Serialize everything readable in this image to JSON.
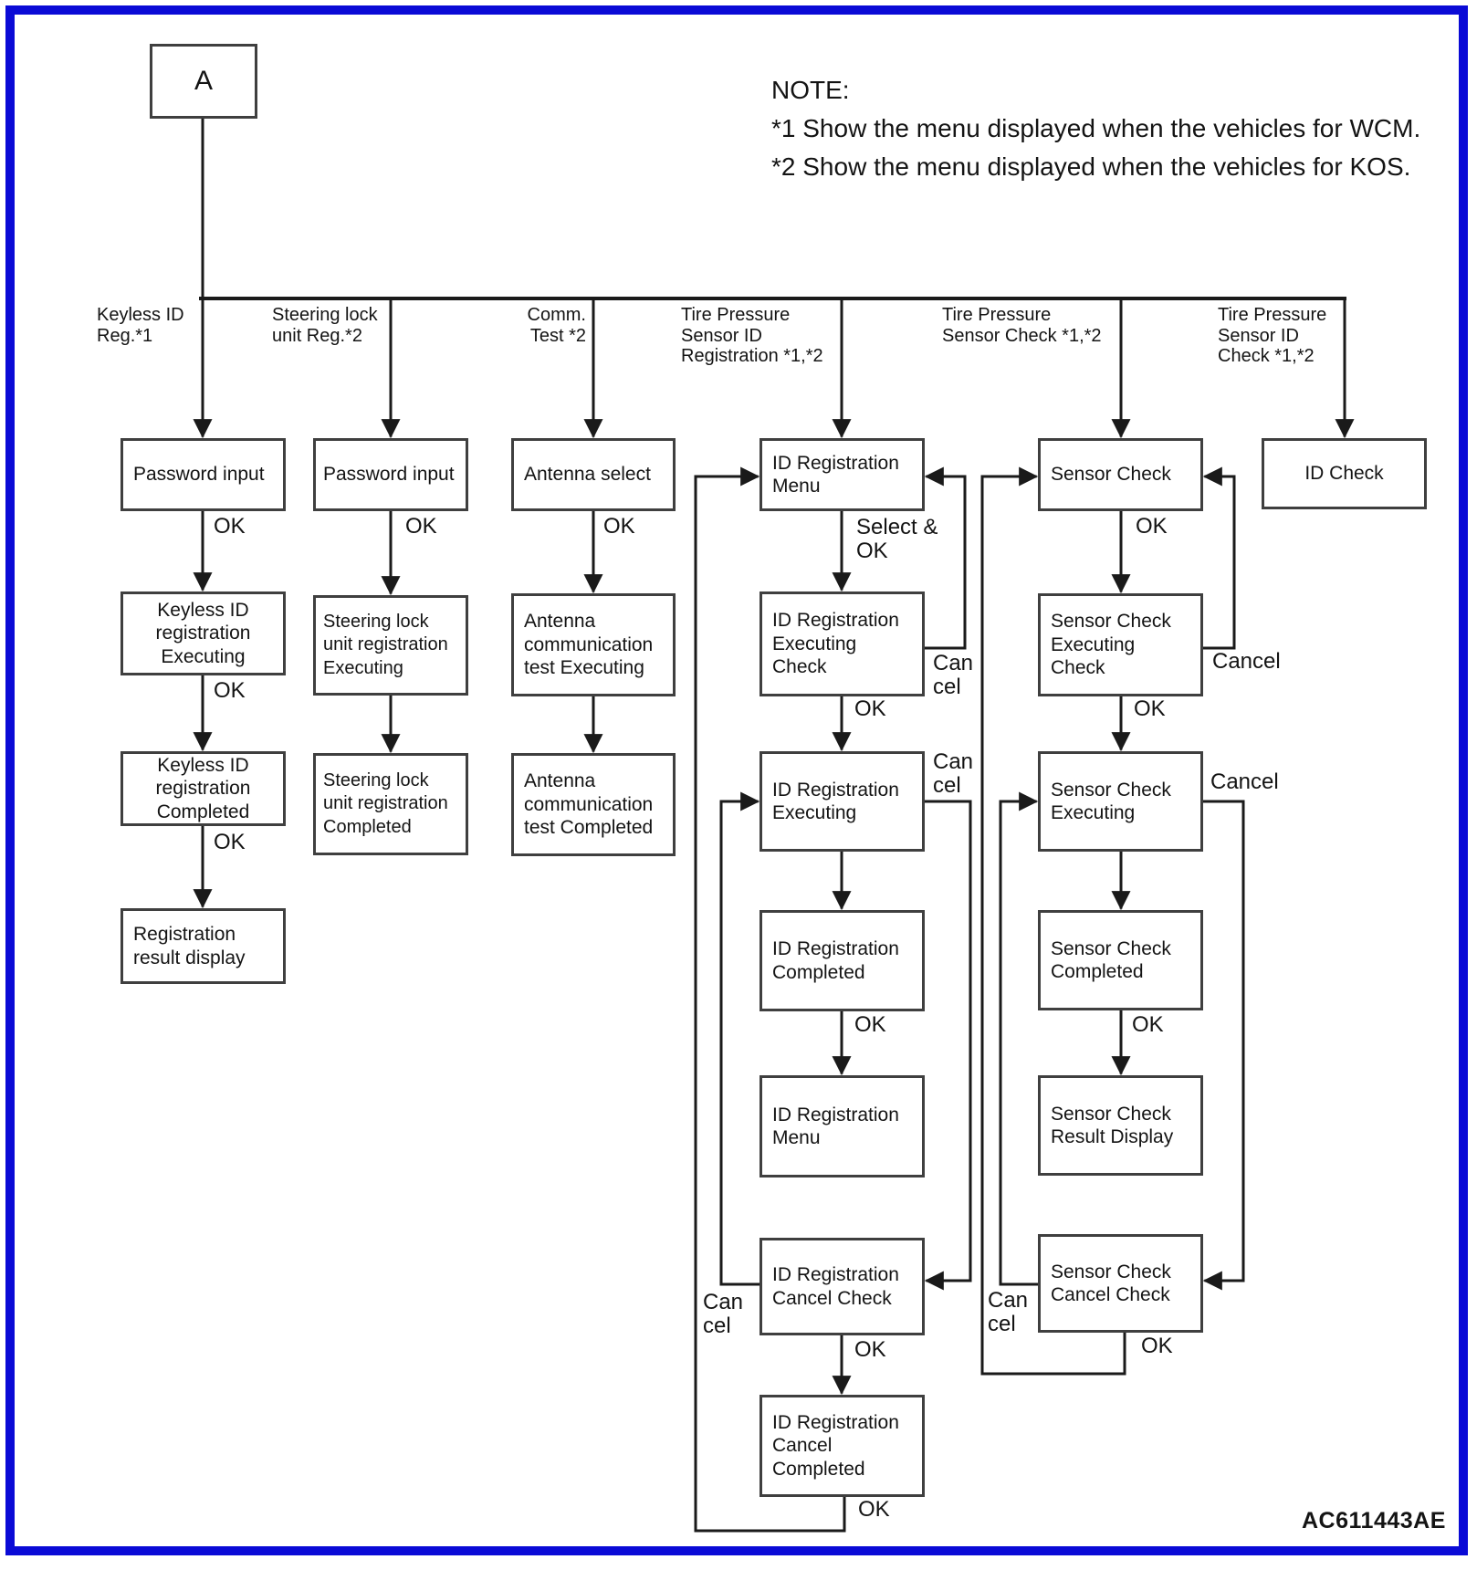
{
  "figure": {
    "start_label": "A",
    "code": "AC611443AE"
  },
  "note": {
    "title": "NOTE:",
    "line1": "*1 Show the menu displayed when the vehicles for WCM.",
    "line2": "*2 Show the menu displayed when the vehicles for KOS."
  },
  "branch_labels": {
    "keyless": "Keyless ID\nReg.*1",
    "steering": "Steering lock\nunit Reg.*2",
    "comm": "Comm.\nTest *2",
    "tps_registration": "Tire Pressure\nSensor ID\nRegistration *1,*2",
    "tps_check": "Tire Pressure\nSensor Check *1,*2",
    "tps_id_check": "Tire Pressure\nSensor ID\nCheck *1,*2"
  },
  "nodes": {
    "col1_password": "Password input",
    "col1_executing": "Keyless ID\nregistration\nExecuting",
    "col1_completed": "Keyless ID\nregistration\nCompleted",
    "col1_result": "Registration\nresult display",
    "col2_password": "Password input",
    "col2_executing": "Steering lock\nunit registration\nExecuting",
    "col2_completed": "Steering lock\nunit registration\nCompleted",
    "col3_select": "Antenna select",
    "col3_executing": "Antenna\ncommunication\ntest Executing",
    "col3_completed": "Antenna\ncommunication\ntest Completed",
    "col4_menu1": "ID Registration\nMenu",
    "col4_exec_check": "ID Registration\nExecuting\nCheck",
    "col4_executing": "ID Registration\nExecuting",
    "col4_completed": "ID Registration\nCompleted",
    "col4_menu2": "ID Registration\nMenu",
    "col4_cancel_check": "ID Registration\nCancel Check",
    "col4_cancel_completed": "ID Registration\nCancel\nCompleted",
    "col5_check": "Sensor Check",
    "col5_exec_check": "Sensor Check\nExecuting\nCheck",
    "col5_executing": "Sensor Check\nExecuting",
    "col5_completed": "Sensor Check\nCompleted",
    "col5_result": "Sensor Check\nResult Display",
    "col5_cancel_check": "Sensor Check\nCancel Check",
    "col6_id_check": "ID Check"
  },
  "edge_labels": {
    "ok": "OK",
    "select_ok": "Select &\nOK",
    "cancel_split": "Can\ncel",
    "cancel": "Cancel"
  },
  "colors": {
    "frame_blue": "#0a0ad6",
    "line": "#1a1a1a"
  }
}
